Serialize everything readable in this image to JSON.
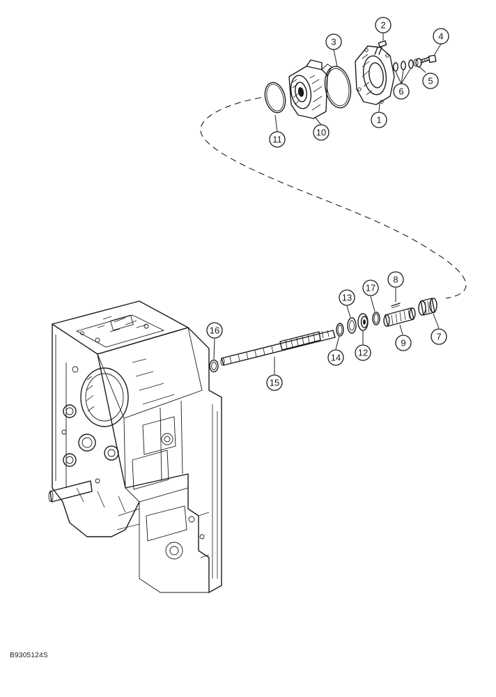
{
  "figure_id": "B9305124S",
  "callouts": [
    {
      "id": "1",
      "label": "1"
    },
    {
      "id": "2",
      "label": "2"
    },
    {
      "id": "3",
      "label": "3"
    },
    {
      "id": "4",
      "label": "4"
    },
    {
      "id": "5",
      "label": "5"
    },
    {
      "id": "6",
      "label": "6"
    },
    {
      "id": "7",
      "label": "7"
    },
    {
      "id": "8",
      "label": "8"
    },
    {
      "id": "9",
      "label": "9"
    },
    {
      "id": "10",
      "label": "10"
    },
    {
      "id": "11",
      "label": "11"
    },
    {
      "id": "12",
      "label": "12"
    },
    {
      "id": "13",
      "label": "13"
    },
    {
      "id": "14",
      "label": "14"
    },
    {
      "id": "15",
      "label": "15"
    },
    {
      "id": "16",
      "label": "16"
    },
    {
      "id": "17",
      "label": "17"
    }
  ]
}
